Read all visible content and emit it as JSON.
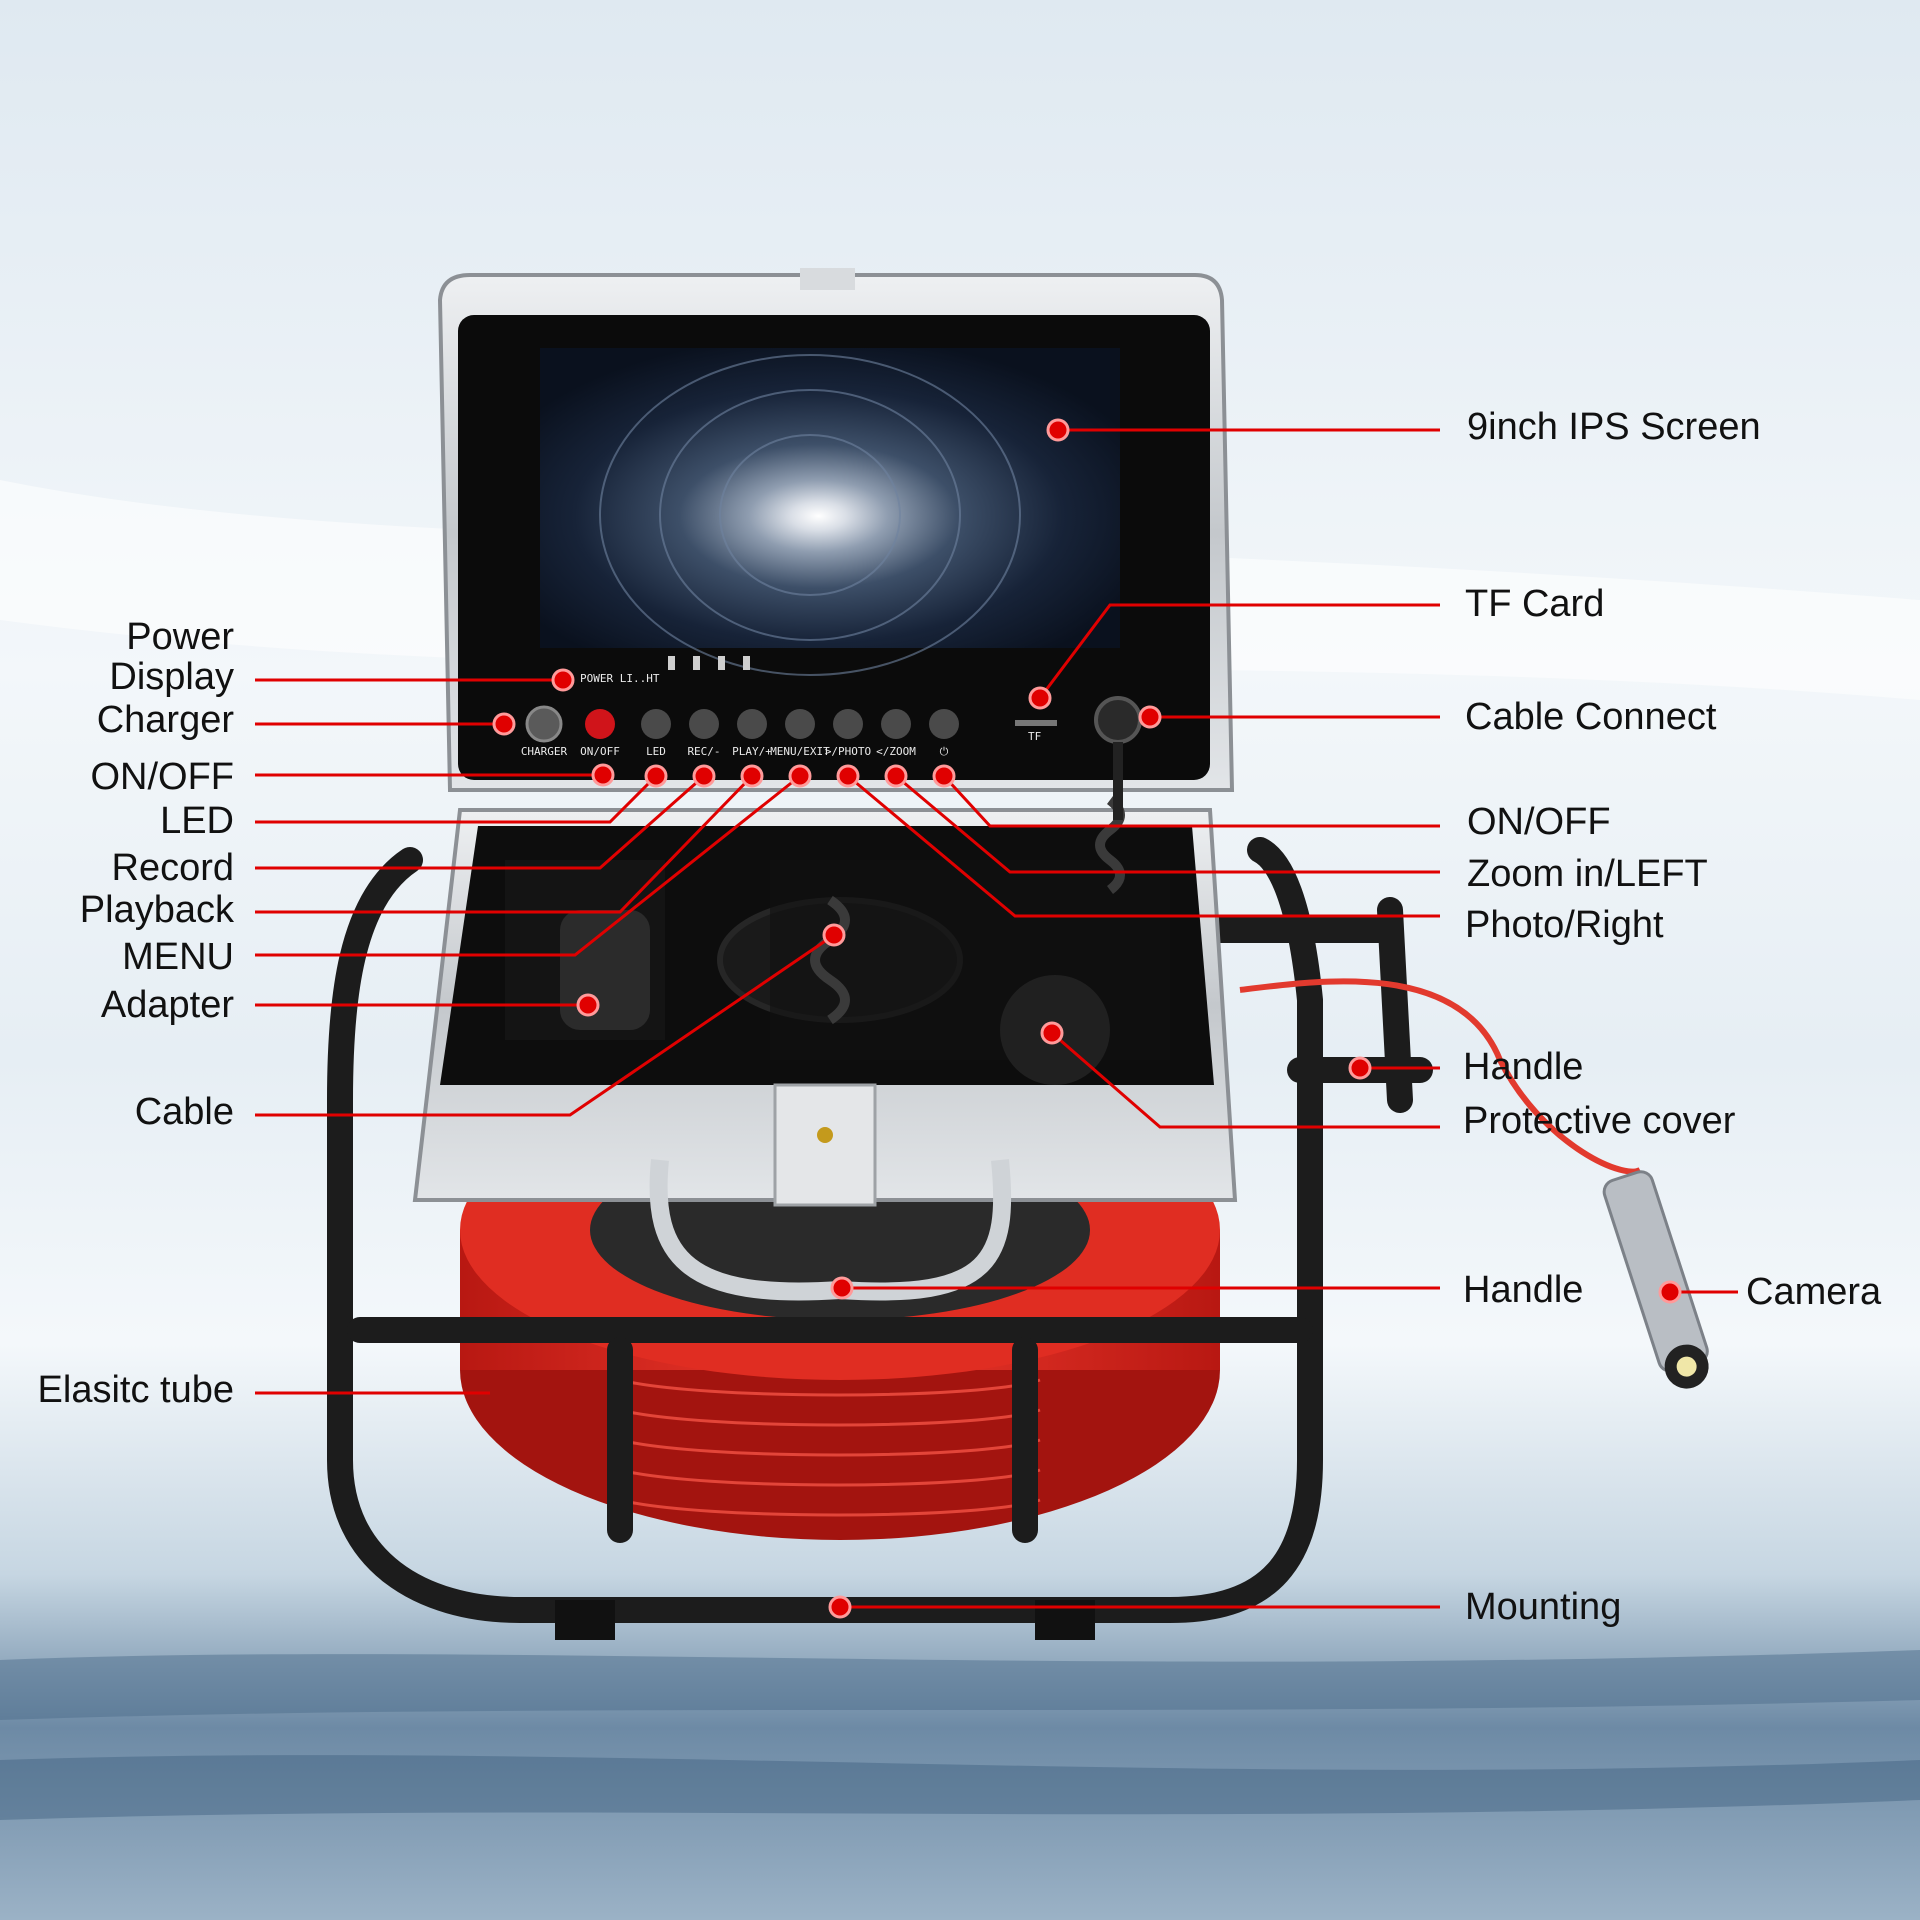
{
  "labels_left": {
    "power_display": [
      "Power",
      "Display"
    ],
    "charger": "Charger",
    "on_off": "ON/OFF",
    "led": "LED",
    "record": "Record",
    "playback": "Playback",
    "menu": "MENU",
    "adapter": "Adapter",
    "cable": "Cable",
    "elastic_tube": "Elasitc tube"
  },
  "labels_right": {
    "screen": "9inch IPS Screen",
    "tf_card": "TF Card",
    "cable_connect": "Cable Connect",
    "on_off": "ON/OFF",
    "zoom_left": "Zoom in/LEFT",
    "photo_right": "Photo/Right",
    "handle_side": "Handle",
    "protective_cover": "Protective cover",
    "handle_front": "Handle",
    "camera": "Camera",
    "mounting": "Mounting"
  },
  "panel": {
    "power_light": "POWER LI..HT",
    "buttons": [
      "CHARGER",
      "ON/OFF",
      "LED",
      "REC/-",
      "PLAY/+",
      "MENU/EXIT",
      ">/PHOTO",
      "</ZOOM",
      "⏻"
    ],
    "tf": "TF"
  },
  "colors": {
    "callout": "#e00000",
    "reel": "#e52b22",
    "frame": "#1c1c1c",
    "case_silver": "#c9cdd1"
  }
}
